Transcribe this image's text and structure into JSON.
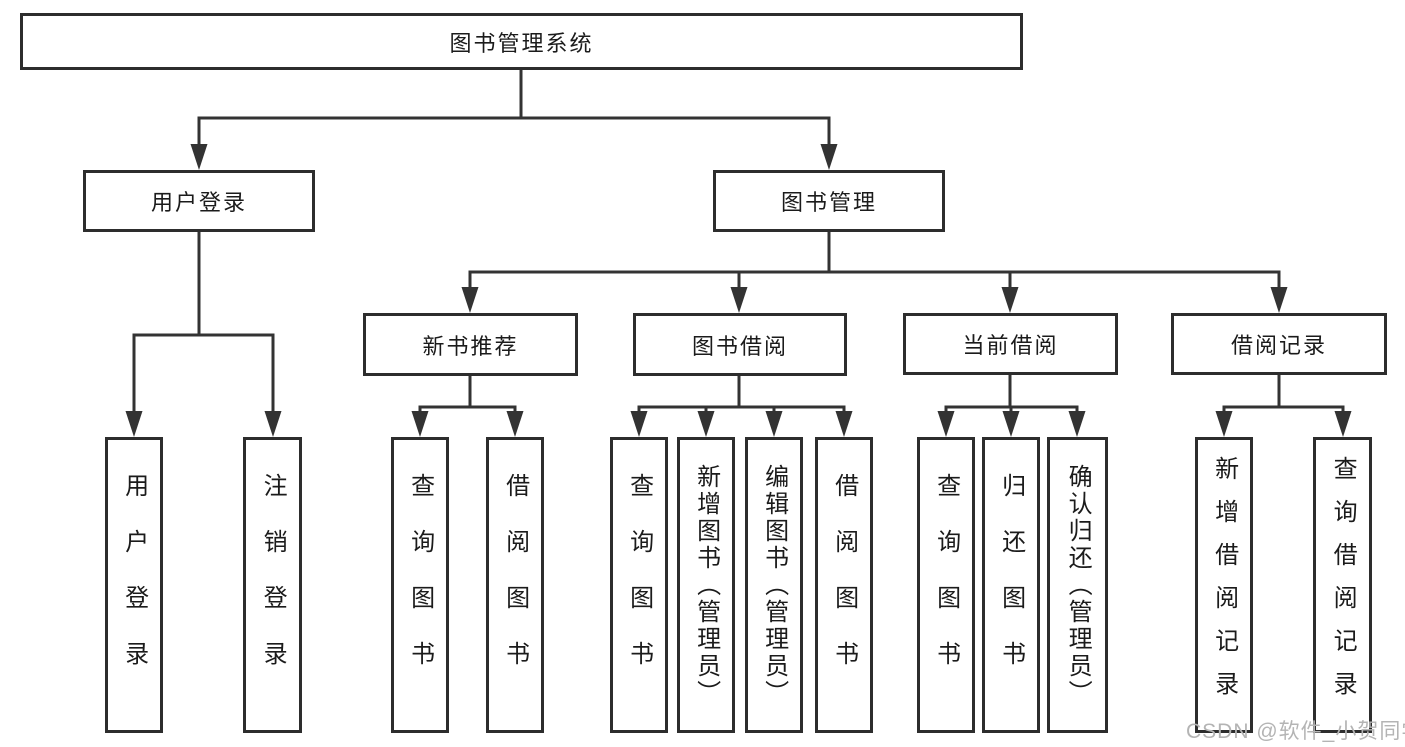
{
  "tree": {
    "root": {
      "label": "图书管理系统"
    },
    "branches": [
      {
        "label": "用户登录",
        "children": [
          {
            "label": "用户登录"
          },
          {
            "label": "注销登录"
          }
        ]
      },
      {
        "label": "图书管理",
        "children": [
          {
            "label": "新书推荐",
            "children": [
              {
                "label": "查询图书"
              },
              {
                "label": "借阅图书"
              }
            ]
          },
          {
            "label": "图书借阅",
            "children": [
              {
                "label": "查询图书"
              },
              {
                "label": "新增图书（管理员）"
              },
              {
                "label": "编辑图书（管理员）"
              },
              {
                "label": "借阅图书"
              }
            ]
          },
          {
            "label": "当前借阅",
            "children": [
              {
                "label": "查询图书"
              },
              {
                "label": "归还图书"
              },
              {
                "label": "确认归还（管理员）"
              }
            ]
          },
          {
            "label": "借阅记录",
            "children": [
              {
                "label": "新增借阅记录"
              },
              {
                "label": "查询借阅记录"
              }
            ]
          }
        ]
      }
    ]
  },
  "watermark": {
    "text": "CSDN @软件_小贺同学"
  },
  "colors": {
    "line": "#333333",
    "box_border": "#2d2d2d",
    "text": "#1b1b1b",
    "watermark": "#b4b4b4",
    "background": "#ffffff"
  }
}
